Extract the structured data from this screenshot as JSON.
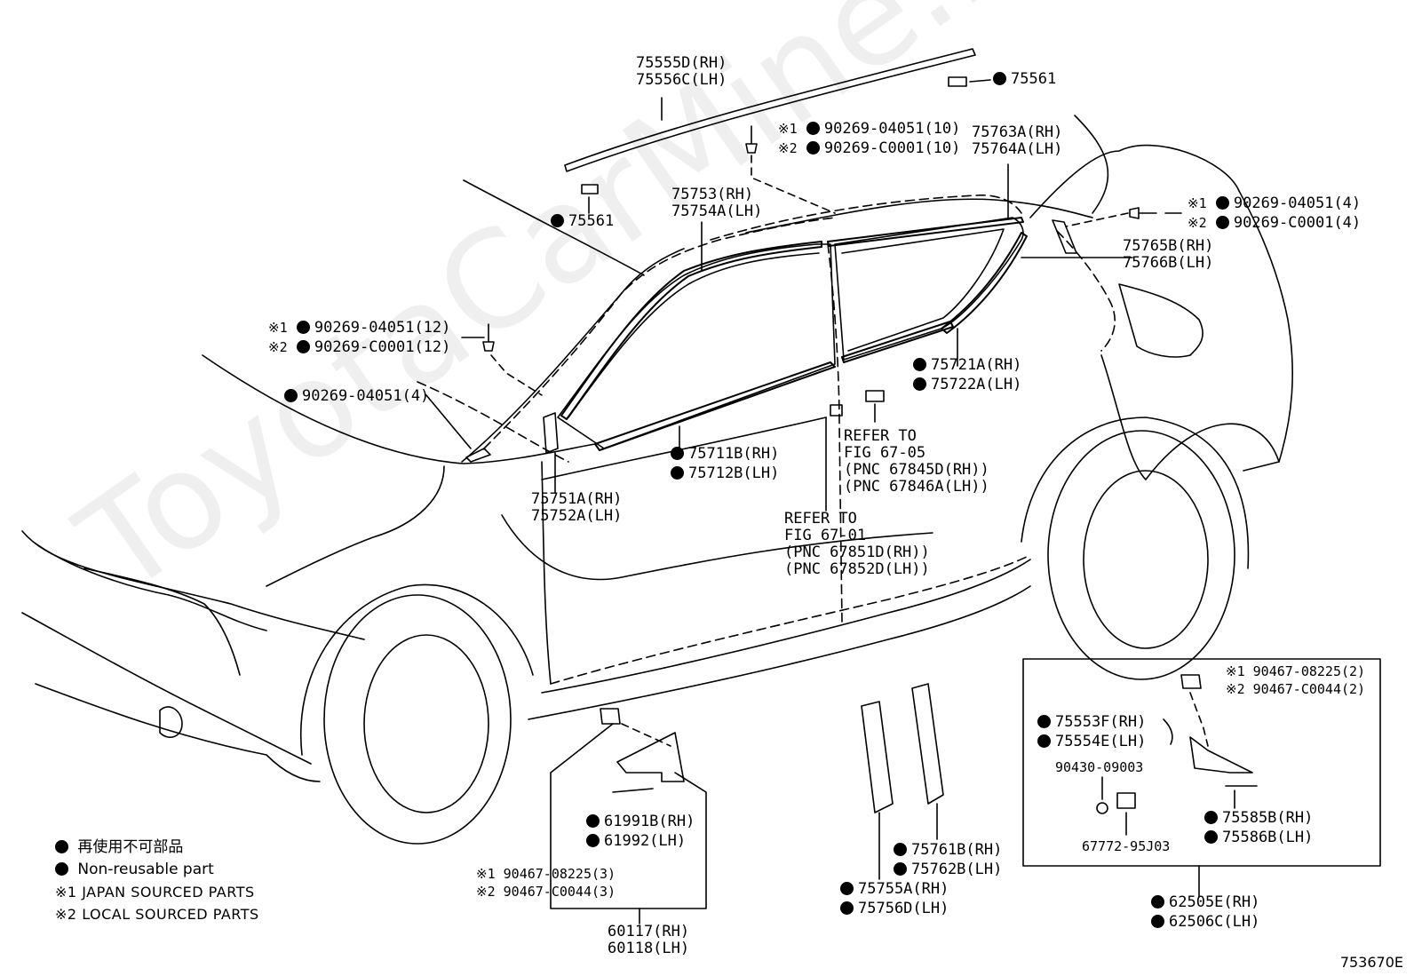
{
  "watermark": "ToyotaCarMine.ru",
  "figure_id": "753670E",
  "legend": {
    "line1": "再使用不可部品",
    "line2": "Non-reusable part",
    "line3_mark": "※1",
    "line3": "JAPAN SOURCED PARTS",
    "line4_mark": "※2",
    "line4": "LOCAL SOURCED PARTS"
  },
  "callouts": {
    "c75555": {
      "l1": "75555D(RH)",
      "l2": "75556C(LH)"
    },
    "c75561a": {
      "l1": "75561"
    },
    "c75561b": {
      "l1": "75561"
    },
    "c90269top": {
      "m1": "※1",
      "l1": "90269-04051(10)",
      "m2": "※2",
      "l2": "90269-C0001(10)"
    },
    "c75763": {
      "l1": "75763A(RH)",
      "l2": "75764A(LH)"
    },
    "c90269right": {
      "m1": "※1",
      "l1": "90269-04051(4)",
      "m2": "※2",
      "l2": "90269-C0001(4)"
    },
    "c75753": {
      "l1": "75753(RH)",
      "l2": "75754A(LH)"
    },
    "c75765": {
      "l1": "75765B(RH)",
      "l2": "75766B(LH)"
    },
    "c90269left": {
      "m1": "※1",
      "l1": "90269-04051(12)",
      "m2": "※2",
      "l2": "90269-C0001(12)"
    },
    "c90269single": {
      "l1": "90269-04051(4)"
    },
    "c75721": {
      "l1": "75721A(RH)",
      "l2": "75722A(LH)"
    },
    "cRefer6705": {
      "l1": "REFER TO",
      "l2": "FIG 67-05",
      "l3": "(PNC 67845D(RH))",
      "l4": "(PNC 67846A(LH))"
    },
    "c75711": {
      "l1": "75711B(RH)",
      "l2": "75712B(LH)"
    },
    "c75751": {
      "l1": "75751A(RH)",
      "l2": "75752A(LH)"
    },
    "cRefer6701": {
      "l1": "REFER TO",
      "l2": "FIG 67-01",
      "l3": "(PNC 67851D(RH))",
      "l4": "(PNC 67852D(LH))"
    },
    "c90467box": {
      "m1": "※1",
      "l1": "90467-08225(2)",
      "m2": "※2",
      "l2": "90467-C0044(2)"
    },
    "c75553": {
      "l1": "75553F(RH)",
      "l2": "75554E(LH)"
    },
    "c90430": {
      "l1": "90430-09003"
    },
    "c75585": {
      "l1": "75585B(RH)",
      "l2": "75586B(LH)"
    },
    "c67772": {
      "l1": "67772-95J03"
    },
    "c62505": {
      "l1": "62505E(RH)",
      "l2": "62506C(LH)"
    },
    "c61991": {
      "l1": "61991B(RH)",
      "l2": "61992(LH)"
    },
    "c90467left": {
      "m1": "※1",
      "l1": "90467-08225(3)",
      "m2": "※2",
      "l2": "90467-C0044(3)"
    },
    "c60117": {
      "l1": "60117(RH)",
      "l2": "60118(LH)"
    },
    "c75761": {
      "l1": "75761B(RH)",
      "l2": "75762B(LH)"
    },
    "c75755": {
      "l1": "75755A(RH)",
      "l2": "75756D(LH)"
    }
  }
}
